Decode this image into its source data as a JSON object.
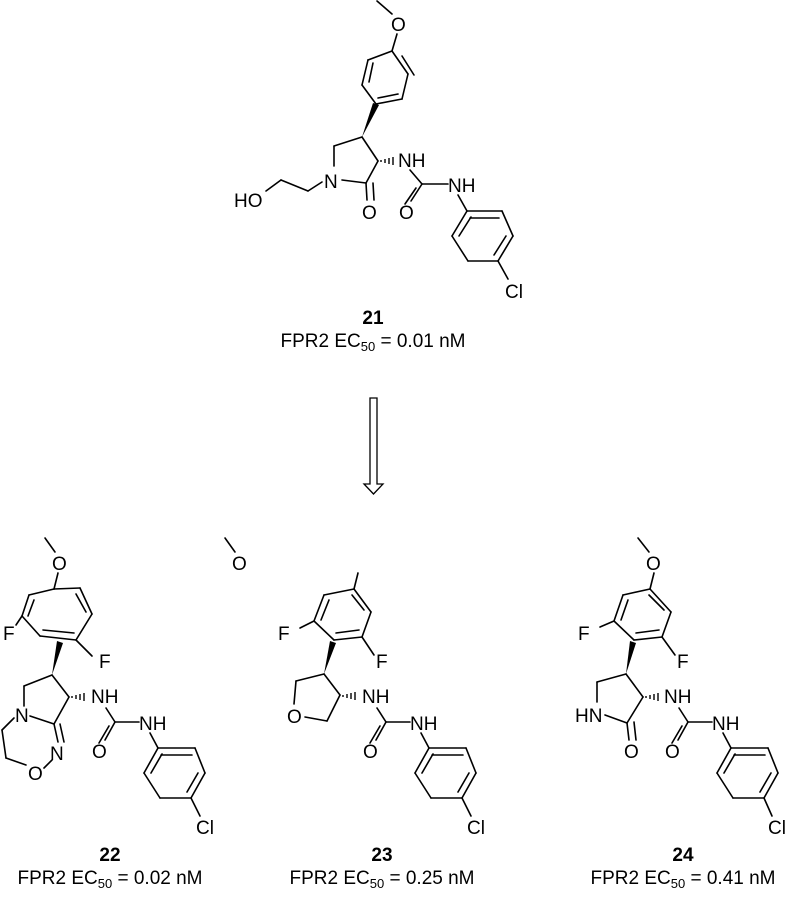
{
  "figure": {
    "description": "SAR scheme: lead compound 21 transformed into analogues 22, 23, 24 with FPR2 EC50 values",
    "arrow": "down-arrow",
    "atom_labels": {
      "O": "O",
      "N": "N",
      "NH": "NH",
      "HN": "HN",
      "HO": "HO",
      "F": "F",
      "Cl": "Cl"
    }
  },
  "compounds": [
    {
      "id": "21",
      "target": "FPR2",
      "metric": "EC",
      "metric_sub": "50",
      "value": "= 0.01 nM",
      "core": "N-(2-hydroxyethyl) pyrrolidin-2-one",
      "aryl": "4-methoxyphenyl"
    },
    {
      "id": "22",
      "target": "FPR2",
      "metric": "EC",
      "metric_sub": "50",
      "value": "= 0.02 nM",
      "core": "fused bicyclic oxadiazine",
      "aryl": "2,6-difluoro-4-methoxyphenyl"
    },
    {
      "id": "23",
      "target": "FPR2",
      "metric": "EC",
      "metric_sub": "50",
      "value": "= 0.25 nM",
      "core": "tetrahydrofuran",
      "aryl": "2,6-difluoro-4-methoxyphenyl"
    },
    {
      "id": "24",
      "target": "FPR2",
      "metric": "EC",
      "metric_sub": "50",
      "value": "= 0.41 nM",
      "core": "pyrrolidin-2-one (NH)",
      "aryl": "2,6-difluoro-4-methoxyphenyl"
    }
  ]
}
